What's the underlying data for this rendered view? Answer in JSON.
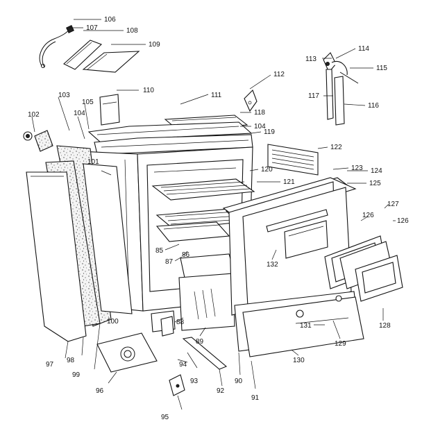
{
  "diagram": {
    "labels": [
      {
        "id": "p106",
        "text": "106"
      },
      {
        "id": "p107",
        "text": "107"
      },
      {
        "id": "p108",
        "text": "108"
      },
      {
        "id": "p109",
        "text": "109"
      },
      {
        "id": "p110",
        "text": "110"
      },
      {
        "id": "p111",
        "text": "111"
      },
      {
        "id": "p112",
        "text": "112"
      },
      {
        "id": "p113",
        "text": "113"
      },
      {
        "id": "p114",
        "text": "114"
      },
      {
        "id": "p115",
        "text": "115"
      },
      {
        "id": "p116",
        "text": "116"
      },
      {
        "id": "p117",
        "text": "117"
      },
      {
        "id": "p118",
        "text": "118"
      },
      {
        "id": "p104b",
        "text": "104"
      },
      {
        "id": "p119",
        "text": "119"
      },
      {
        "id": "p120",
        "text": "120"
      },
      {
        "id": "p121",
        "text": "121"
      },
      {
        "id": "p122",
        "text": "122"
      },
      {
        "id": "p123",
        "text": "123"
      },
      {
        "id": "p124",
        "text": "124"
      },
      {
        "id": "p125",
        "text": "125"
      },
      {
        "id": "p126a",
        "text": "126"
      },
      {
        "id": "p127",
        "text": "127"
      },
      {
        "id": "p126b",
        "text": "126"
      },
      {
        "id": "p128",
        "text": "128"
      },
      {
        "id": "p129",
        "text": "129"
      },
      {
        "id": "p130",
        "text": "130"
      },
      {
        "id": "p131",
        "text": "131"
      },
      {
        "id": "p132",
        "text": "132"
      },
      {
        "id": "p103",
        "text": "103"
      },
      {
        "id": "p102",
        "text": "102"
      },
      {
        "id": "p104a",
        "text": "104"
      },
      {
        "id": "p105",
        "text": "105"
      },
      {
        "id": "p101",
        "text": "101"
      },
      {
        "id": "p85",
        "text": "85"
      },
      {
        "id": "p86",
        "text": "86"
      },
      {
        "id": "p87",
        "text": "87"
      },
      {
        "id": "p88",
        "text": "88"
      },
      {
        "id": "p89",
        "text": "89"
      },
      {
        "id": "p90",
        "text": "90"
      },
      {
        "id": "p91",
        "text": "91"
      },
      {
        "id": "p92",
        "text": "92"
      },
      {
        "id": "p93",
        "text": "93"
      },
      {
        "id": "p94",
        "text": "94"
      },
      {
        "id": "p95",
        "text": "95"
      },
      {
        "id": "p96",
        "text": "96"
      },
      {
        "id": "p97",
        "text": "97"
      },
      {
        "id": "p98",
        "text": "98"
      },
      {
        "id": "p99",
        "text": "99"
      },
      {
        "id": "p100",
        "text": "100"
      }
    ]
  }
}
